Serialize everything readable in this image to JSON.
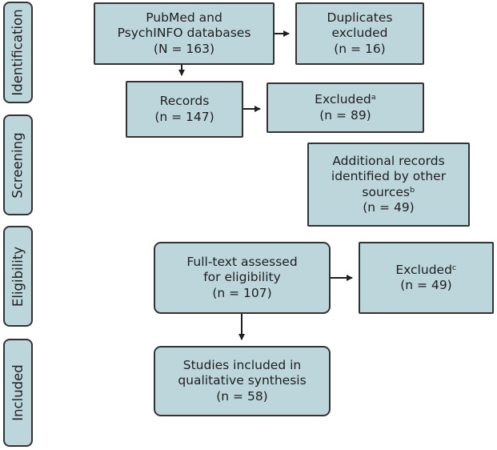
{
  "diagram": {
    "type": "prisma-flow",
    "colors": {
      "box_fill": "#bcd6dc",
      "box_border": "#333333",
      "text": "#1f1f1f",
      "arrow": "#1f1f1f",
      "background": "#ffffff"
    },
    "sidebar": {
      "identification": "Identification",
      "screening": "Screening",
      "eligibility": "Eligibility",
      "included": "Included"
    },
    "boxes": {
      "databases": "PubMed and\nPsychINFO databases\n(N = 163)",
      "duplicates_excluded": "Duplicates\nexcluded\n(n = 16)",
      "records": "Records\n(n = 147)",
      "excluded_a": "Excludedᵃ\n(n = 89)",
      "additional_sources": "Additional records\nidentified by other\nsourcesᵇ\n(n = 49)",
      "full_text": "Full-text assessed\nfor eligibility\n(n = 107)",
      "excluded_c": "Excludedᶜ\n(n = 49)",
      "studies_included": "Studies included in\nqualitative synthesis\n(n = 58)"
    }
  }
}
